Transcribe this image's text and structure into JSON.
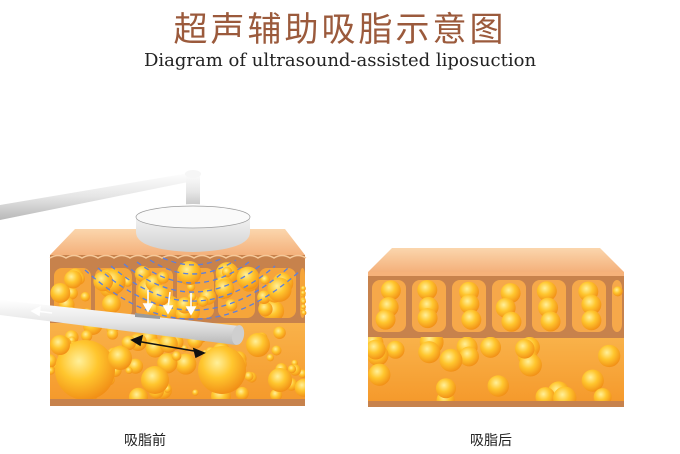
{
  "title": {
    "chinese": "超声辅助吸脂示意图",
    "english": "Diagram of ultrasound-assisted liposuction"
  },
  "panels": [
    {
      "id": "before",
      "caption": "吸脂前",
      "label_en": "before liposuction"
    },
    {
      "id": "after",
      "caption": "吸脂后",
      "label_en": "after liposuction"
    }
  ],
  "colors": {
    "title": "#9b5a3c",
    "skin_top": "#f7c08c",
    "tissue_brown": "#c7824c",
    "fat_yellow": "#ffc02a",
    "fat_orange": "#f59a1e",
    "probe_white": "#f0f0f0",
    "wave_blue": "#5a7fe0"
  }
}
